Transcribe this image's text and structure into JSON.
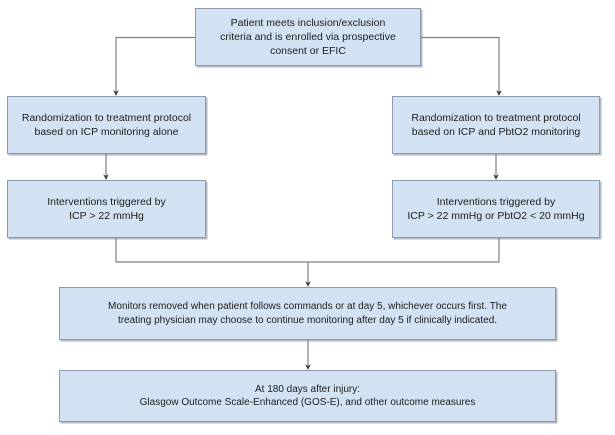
{
  "diagram": {
    "type": "flowchart",
    "title": "BOOST-3 style trial flow diagram",
    "style": {
      "node_fill": "#d3e2f2",
      "node_border": "#8a9bb0",
      "connector_color": "#808080",
      "background": "#ffffff",
      "text_color": "#1c1c1c"
    },
    "nodes": [
      {
        "id": "enrollment",
        "name": "enrollment-node",
        "lines": [
          "Patient meets inclusion/exclusion",
          "criteria and is enrolled via prospective",
          "consent or EFIC"
        ]
      },
      {
        "id": "rand_icp",
        "name": "randomization-icp-node",
        "lines": [
          "Randomization to treatment protocol",
          "based on ICP monitoring alone"
        ]
      },
      {
        "id": "rand_icp_pbto2",
        "name": "randomization-icp-pbto2-node",
        "lines": [
          "Randomization to treatment protocol",
          "based on ICP and PbtO2 monitoring"
        ]
      },
      {
        "id": "interventions_icp",
        "name": "interventions-icp-node",
        "lines": [
          "Interventions triggered by",
          "ICP > 22 mmHg"
        ]
      },
      {
        "id": "interventions_both",
        "name": "interventions-icp-pbto2-node",
        "lines": [
          "Interventions triggered by",
          "ICP > 22 mmHg or PbtO2 < 20 mmHg"
        ]
      },
      {
        "id": "monitors_removed",
        "name": "monitors-removed-node",
        "lines": [
          "Monitors removed when patient follows commands or at day 5, whichever occurs first. The",
          "treating physician may choose to continue monitoring after day 5 if clinically indicated."
        ]
      },
      {
        "id": "outcomes",
        "name": "outcomes-node",
        "lines": [
          "At 180 days after injury:",
          "Glasgow Outcome Scale-Enhanced (GOS-E), and other outcome measures"
        ]
      }
    ],
    "edges": [
      {
        "from": "enrollment",
        "to": "rand_icp",
        "name": "edge-enrollment-to-randomization-icp"
      },
      {
        "from": "enrollment",
        "to": "rand_icp_pbto2",
        "name": "edge-enrollment-to-randomization-icp-pbto2"
      },
      {
        "from": "rand_icp",
        "to": "interventions_icp",
        "name": "edge-randomization-icp-to-interventions-icp"
      },
      {
        "from": "rand_icp_pbto2",
        "to": "interventions_both",
        "name": "edge-randomization-icp-pbto2-to-interventions-both"
      },
      {
        "from": "interventions_icp",
        "to": "monitors_removed",
        "name": "edge-interventions-icp-to-monitors-removed"
      },
      {
        "from": "interventions_both",
        "to": "monitors_removed",
        "name": "edge-interventions-both-to-monitors-removed"
      },
      {
        "from": "monitors_removed",
        "to": "outcomes",
        "name": "edge-monitors-removed-to-outcomes"
      }
    ]
  }
}
